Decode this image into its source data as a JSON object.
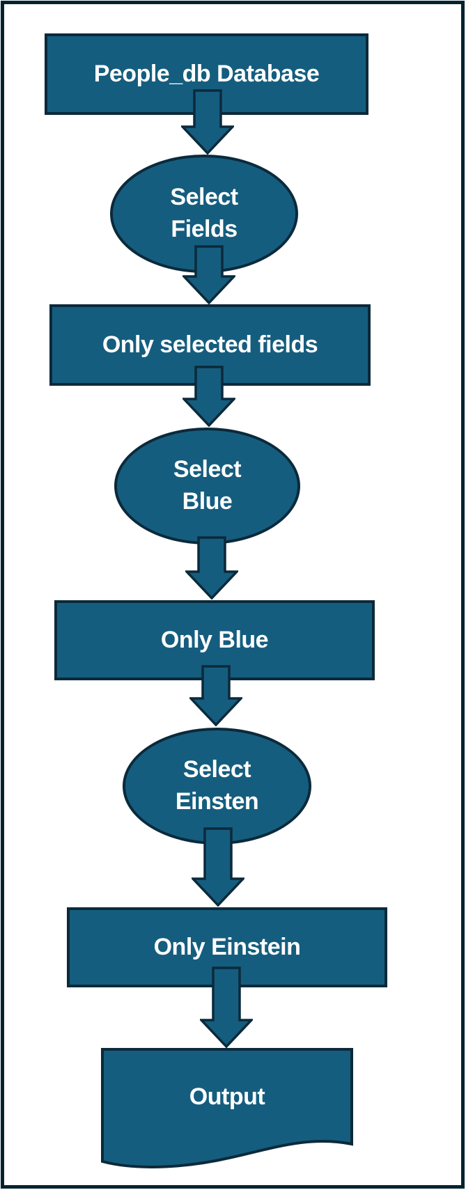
{
  "colors": {
    "shape_fill": "#155D7E",
    "shape_border": "#0B2A3B",
    "frame": "#03222F",
    "label_text": "#FFFFFF",
    "background": "#FFFFFF"
  },
  "flowchart": {
    "direction": "top-to-bottom",
    "connector_icon": "down-arrow",
    "connector_count": 7,
    "nodes": [
      {
        "shape": "rectangle",
        "label": "People_db Database"
      },
      {
        "shape": "ellipse",
        "lines": [
          "Select",
          "Fields"
        ]
      },
      {
        "shape": "rectangle",
        "label": "Only selected fields"
      },
      {
        "shape": "ellipse",
        "lines": [
          "Select",
          "Blue"
        ]
      },
      {
        "shape": "rectangle",
        "label": "Only Blue"
      },
      {
        "shape": "ellipse",
        "lines": [
          "Select",
          "Einsten"
        ]
      },
      {
        "shape": "rectangle",
        "label": "Only Einstein"
      },
      {
        "shape": "document",
        "label": "Output"
      }
    ]
  }
}
